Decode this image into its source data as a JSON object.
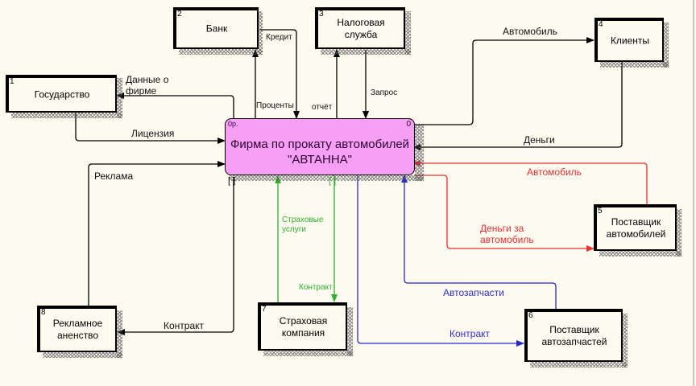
{
  "diagram": {
    "type": "DFD context diagram",
    "process": {
      "id": "0р.",
      "corner": "0",
      "line1": "Фирма по прокату автомобилей",
      "line2": "\"АВТАННА\"",
      "fill_color": "#f5a0f5"
    },
    "entities": [
      {
        "num": "1",
        "label": "Государство"
      },
      {
        "num": "2",
        "label": "Банк"
      },
      {
        "num": "3",
        "label": "Налоговая служба"
      },
      {
        "num": "4",
        "label": "Клиенты"
      },
      {
        "num": "5",
        "label": "Поставщик автомобилей"
      },
      {
        "num": "6",
        "label": "Поставщик автозапчастей"
      },
      {
        "num": "7",
        "label": "Страховая компания"
      },
      {
        "num": "8",
        "label": "Рекламное аненство"
      }
    ],
    "flows": {
      "dannye_o_firme": "Данные о фирме",
      "licenziya": "Лицензия",
      "reklama": "Реклама",
      "kredit": "Кредит",
      "procenty": "Проценты",
      "otchet": "отчёт",
      "zapros": "Запрос",
      "avtomobil_klienty": "Автомобиль",
      "dengi": "Деньги",
      "avtomobil_postavshik": "Автомобиль",
      "dengi_za_avtomobil": "Деньги за автомобиль",
      "strahovye_uslugi": "Страховые услуги",
      "kontrakt_strah": "Контракт",
      "kontrakt_reklama": "Контракт",
      "avtozapchasti": "Автозапчасти",
      "kontrakt_zapchasti": "Контракт"
    },
    "tunnel_marks": {
      "left": "[ ]",
      "center": "[ ]"
    },
    "colors": {
      "black": "#000000",
      "red": "#e83030",
      "blue": "#2828d0",
      "green": "#30b030"
    }
  }
}
